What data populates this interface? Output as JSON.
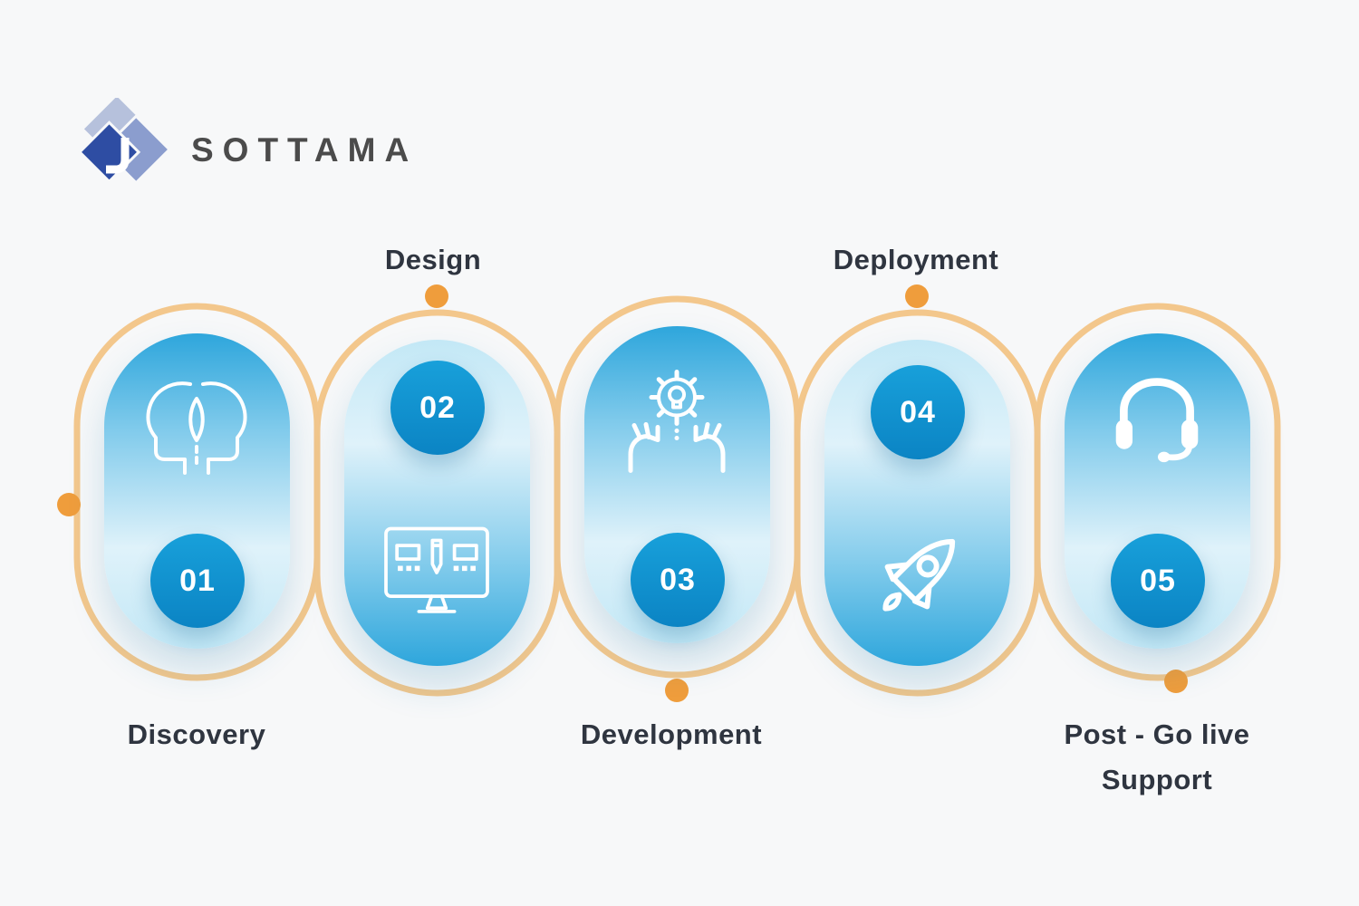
{
  "brand": {
    "name": "SOTTAMA"
  },
  "steps": [
    {
      "number": "01",
      "label": "Discovery",
      "icon": "discovery-heads-icon",
      "label_position": "below",
      "number_position": "bottom"
    },
    {
      "number": "02",
      "label": "Design",
      "icon": "design-monitor-icon",
      "label_position": "above",
      "number_position": "top"
    },
    {
      "number": "03",
      "label": "Development",
      "icon": "development-idea-icon",
      "label_position": "below",
      "number_position": "bottom"
    },
    {
      "number": "04",
      "label": "Deployment",
      "icon": "deployment-rocket-icon",
      "label_position": "above",
      "number_position": "top"
    },
    {
      "number": "05",
      "label": "Post - Go live Support",
      "icon": "support-headset-icon",
      "label_position": "below",
      "number_position": "bottom"
    }
  ],
  "colors": {
    "background": "#f7f8f9",
    "path_line": "#f3c78c",
    "path_dot": "#ef9d3c",
    "capsule_blue": "#2ea6dc",
    "number_circle_top": "#18a0da",
    "number_circle_bottom": "#0b84c4",
    "label_text": "#2f3540",
    "brand_text": "#4b4b4b",
    "logo_light": "#b6c1dc",
    "logo_medium": "#8b9dce",
    "logo_dark": "#2e4da3",
    "icon_white": "#ffffff"
  }
}
